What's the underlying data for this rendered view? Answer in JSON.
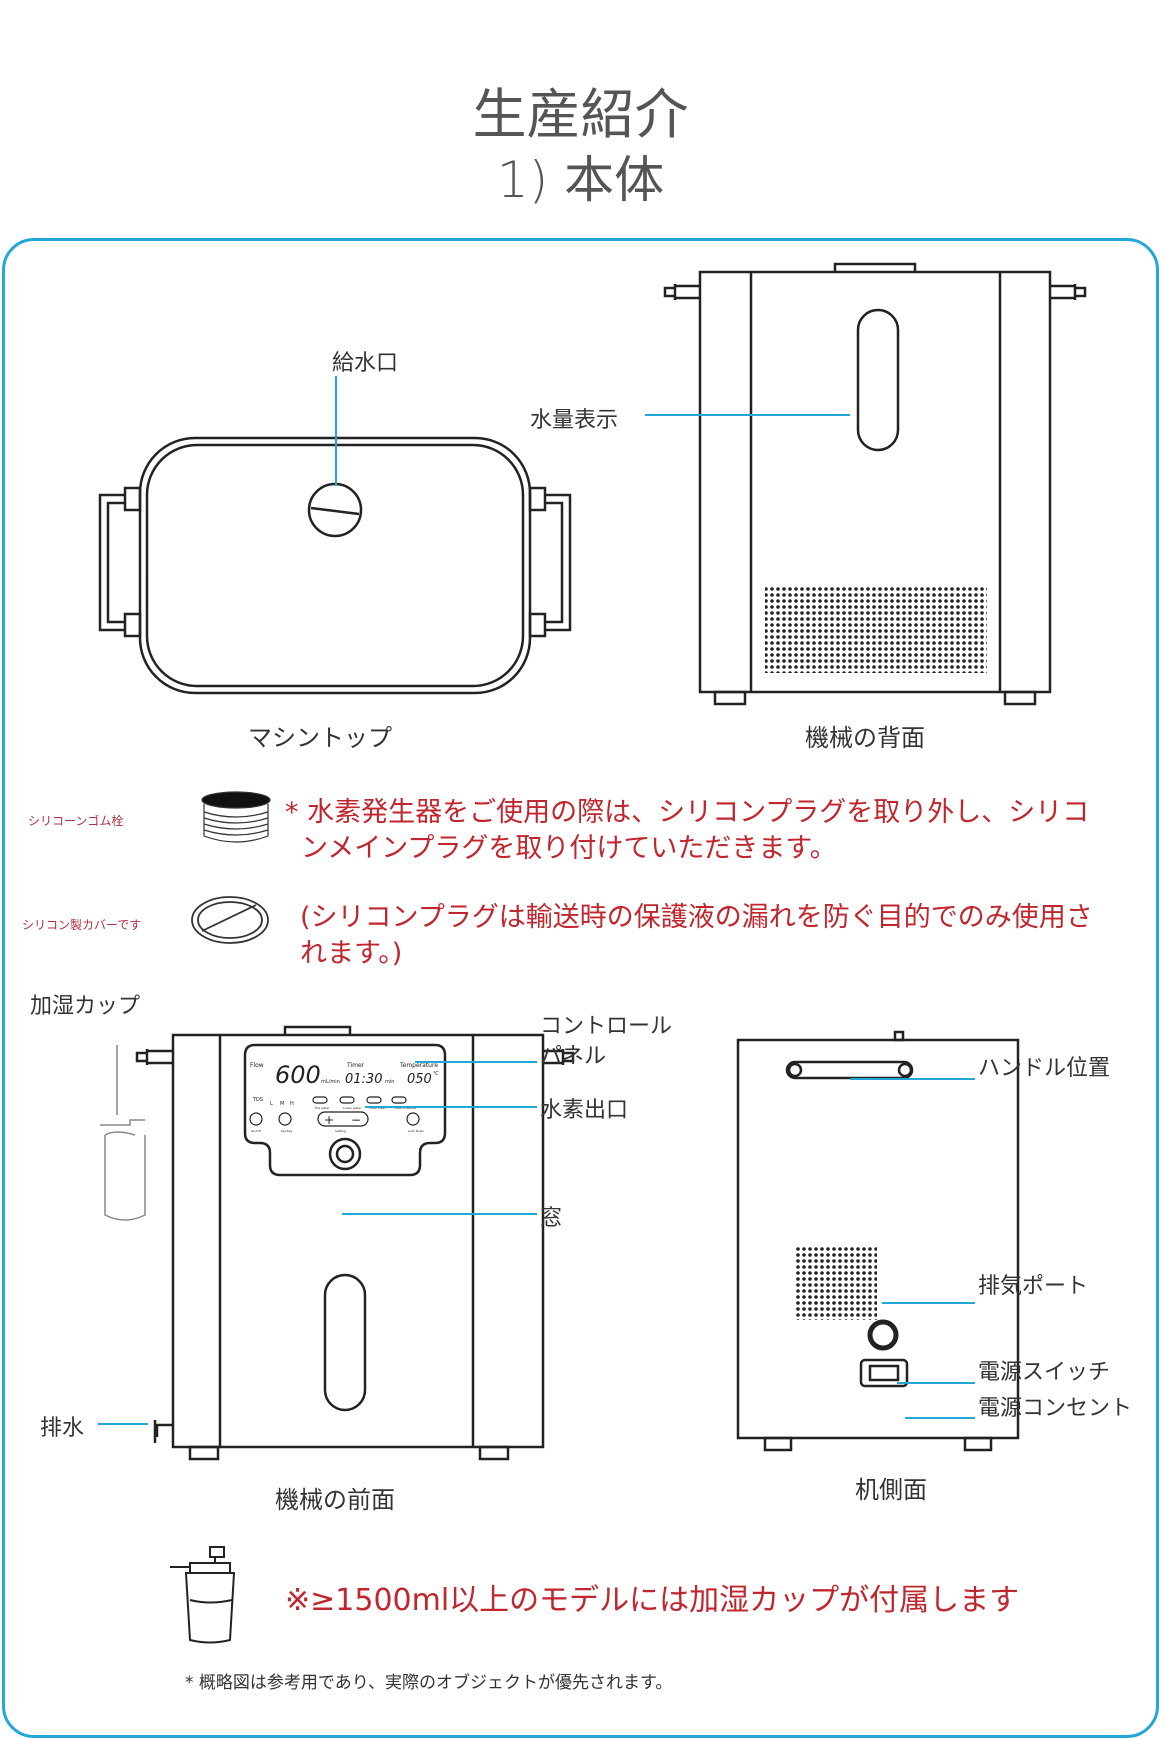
{
  "title": {
    "line1": "生産紹介",
    "line2": "1) 本体"
  },
  "top_view": {
    "caption": "マシントップ",
    "label_fill": "給水口"
  },
  "back_view": {
    "caption": "機械の背面",
    "label_level": "水量表示"
  },
  "notes": {
    "plug_label": "シリコーンゴム栓",
    "cover_label": "シリコン製カバーです",
    "note1_line1": "* 水素発生器をご使用の際は、シリコンプラグを取り外し、シリコ",
    "note1_line2": "ンメインプラグを取り付けていただきます。",
    "note2_line1": "(シリコンプラグは輸送時の保護液の漏れを防ぐ目的でのみ使用さ",
    "note2_line2": "れます。)"
  },
  "front_view": {
    "caption": "機械の前面",
    "label_cup": "加湿カップ",
    "label_panel_1": "コントロール",
    "label_panel_2": "パネル",
    "label_outlet": "水素出口",
    "label_window": "窓",
    "label_drain": "排水",
    "panel": {
      "flow": "Flow",
      "flow_value": "600",
      "flow_unit": "mL/min",
      "timer": "Timer",
      "timer_value": "01:30",
      "timer_unit": "min",
      "temp": "Temperature",
      "temp_value": "050",
      "temp_unit": "℃",
      "tds": "TDS",
      "l": "L",
      "m": "M",
      "h": "H",
      "ind1": "Full water",
      "ind2": "Lower water",
      "ind3": "Over Heat",
      "ind4": "Over Pressure",
      "btn_power": "On/Off",
      "btn_lock": "Set Key",
      "btn_setting": "Setting",
      "btn_drain": "Auto Drain",
      "plus": "+",
      "minus": "−"
    }
  },
  "side_view": {
    "caption": "机側面",
    "label_handle": "ハンドル位置",
    "label_exhaust": "排気ポート",
    "label_switch": "電源スイッチ",
    "label_socket": "電源コンセント"
  },
  "cup_note": "※≥1500ml以上のモデルには加湿カップが付属します",
  "footnote": "* 概略図は参考用であり、実際のオブジェクトが優先されます。",
  "colors": {
    "accent": "#22a7d6",
    "note_red": "#c0262d"
  }
}
